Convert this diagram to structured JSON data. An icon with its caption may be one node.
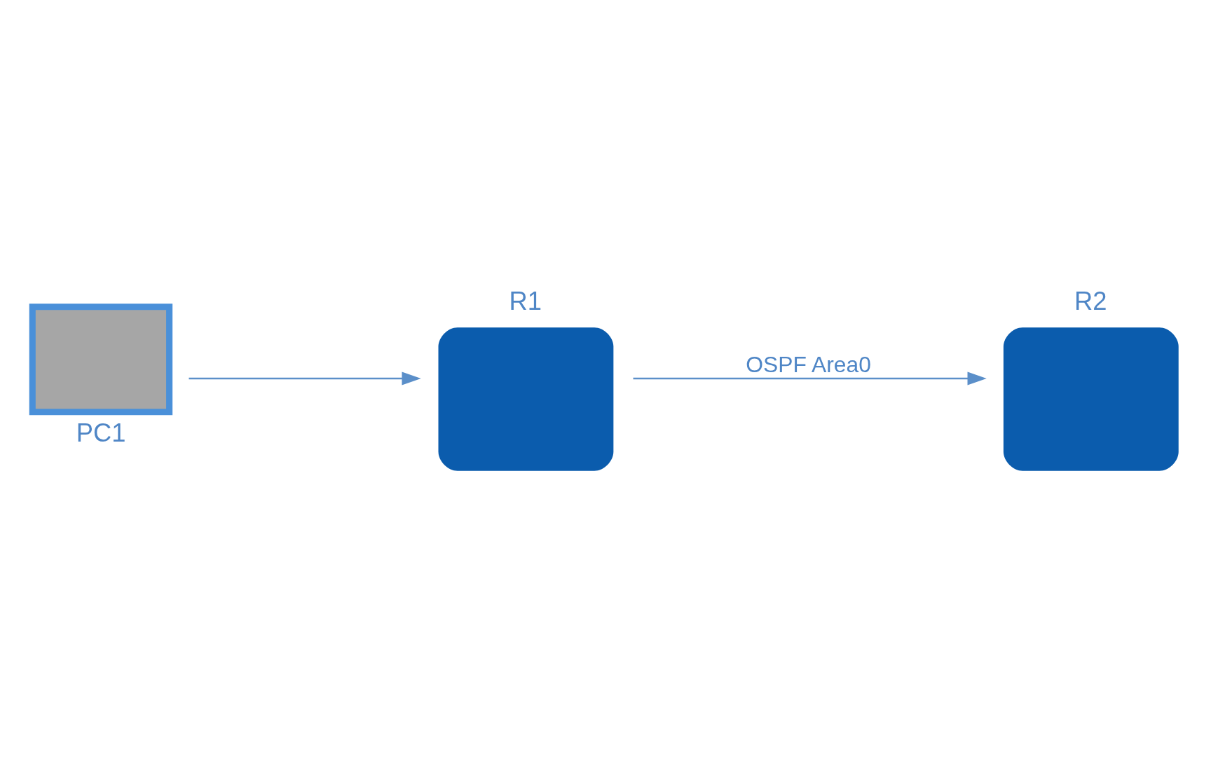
{
  "diagram": {
    "nodes": [
      {
        "text": [
          "R1"
        ]
      },
      {
        "text": [
          "R2"
        ]
      },
      {
        "text": [
          "PC1"
        ]
      }
    ],
    "edges": [
      {
        "from": 2,
        "to": 0,
        "arrow": "to"
      },
      {
        "from": 0,
        "to": 1,
        "label": "OSPF Area0",
        "arrow": "to"
      }
    ]
  }
}
